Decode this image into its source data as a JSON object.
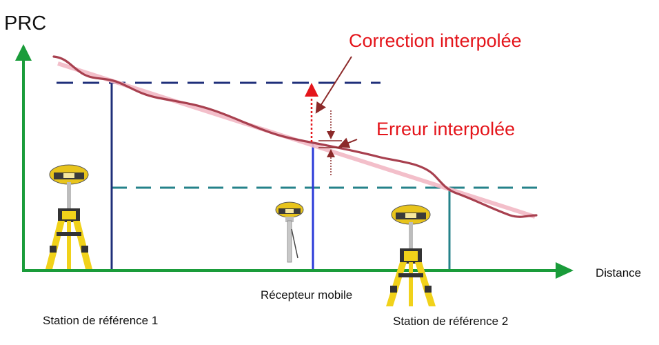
{
  "axes": {
    "y_label": "PRC",
    "x_label": "Distance"
  },
  "annotations": {
    "correction": "Correction interpolée",
    "error": "Erreur interpolée"
  },
  "stations": {
    "reference_1": "Station de référence 1",
    "reference_2": "Station de référence 2",
    "rover": "Récepteur mobile"
  },
  "colors": {
    "axis": "#1a9c3a",
    "curve": "#a8404f",
    "trend": "#f2b8c4",
    "ref1_line": "#1f2f7a",
    "ref2_line": "#24828a",
    "rover_line": "#2a3ad8",
    "annotation_red": "#e4151b",
    "annotation_dark": "#8c2a2a",
    "tripod_yellow": "#f1d21a",
    "receiver_yellow": "#e8c41c"
  },
  "icons": [
    "tripod-gnss-receiver-icon",
    "rover-pole-receiver-icon"
  ]
}
